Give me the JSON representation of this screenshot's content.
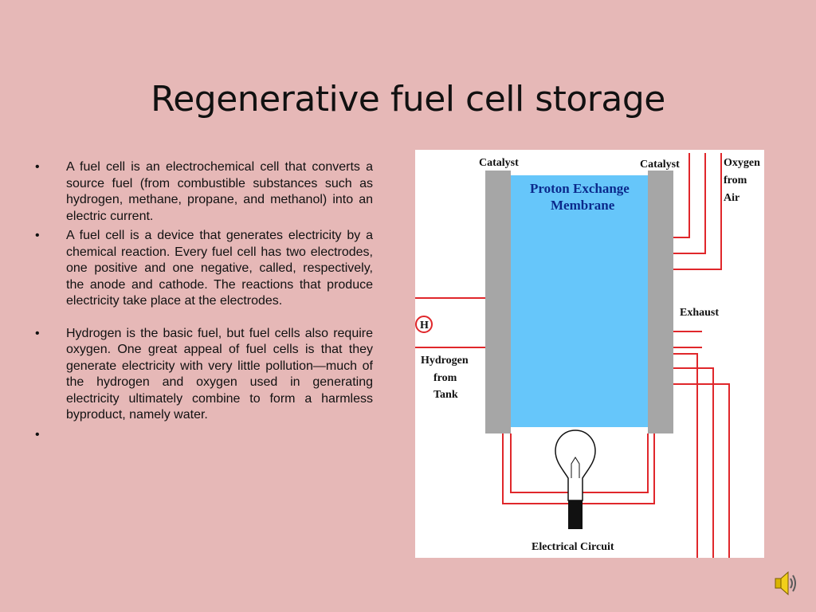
{
  "slide": {
    "title": "Regenerative fuel cell storage",
    "bullets": [
      "A fuel cell is an electrochemical cell that converts a source fuel (from combustible substances such as hydrogen, methane, propane, and methanol) into an electric current.",
      "A fuel cell is a device that generates electricity by a chemical reaction. Every fuel cell has two electrodes, one positive and one negative, called, respectively, the anode and cathode. The reactions that produce electricity take place at the electrodes.",
      "Hydrogen is the basic fuel, but fuel cells also require oxygen. One great appeal of fuel cells is that they generate electricity with very little pollution—much of the hydrogen and oxygen used in generating electricity ultimately combine to form a harmless byproduct, namely water.",
      ""
    ]
  },
  "diagram": {
    "labels": {
      "catalyst_left": "Catalyst",
      "catalyst_right": "Catalyst",
      "membrane_line1": "Proton Exchange",
      "membrane_line2": "Membrane",
      "oxygen_line1": "Oxygen",
      "oxygen_line2": "from",
      "oxygen_line3": "Air",
      "exhaust": "Exhaust",
      "h_symbol": "H",
      "hydrogen_line1": "Hydrogen",
      "hydrogen_line2": "from",
      "hydrogen_line3": "Tank",
      "circuit": "Electrical Circuit"
    },
    "colors": {
      "membrane": "#66c6fa",
      "catalyst": "#a6a6a6",
      "wire": "#e0272b",
      "background": "#e6b8b7"
    }
  },
  "icons": {
    "speaker": "speaker-icon",
    "bulb": "light-bulb-icon"
  }
}
